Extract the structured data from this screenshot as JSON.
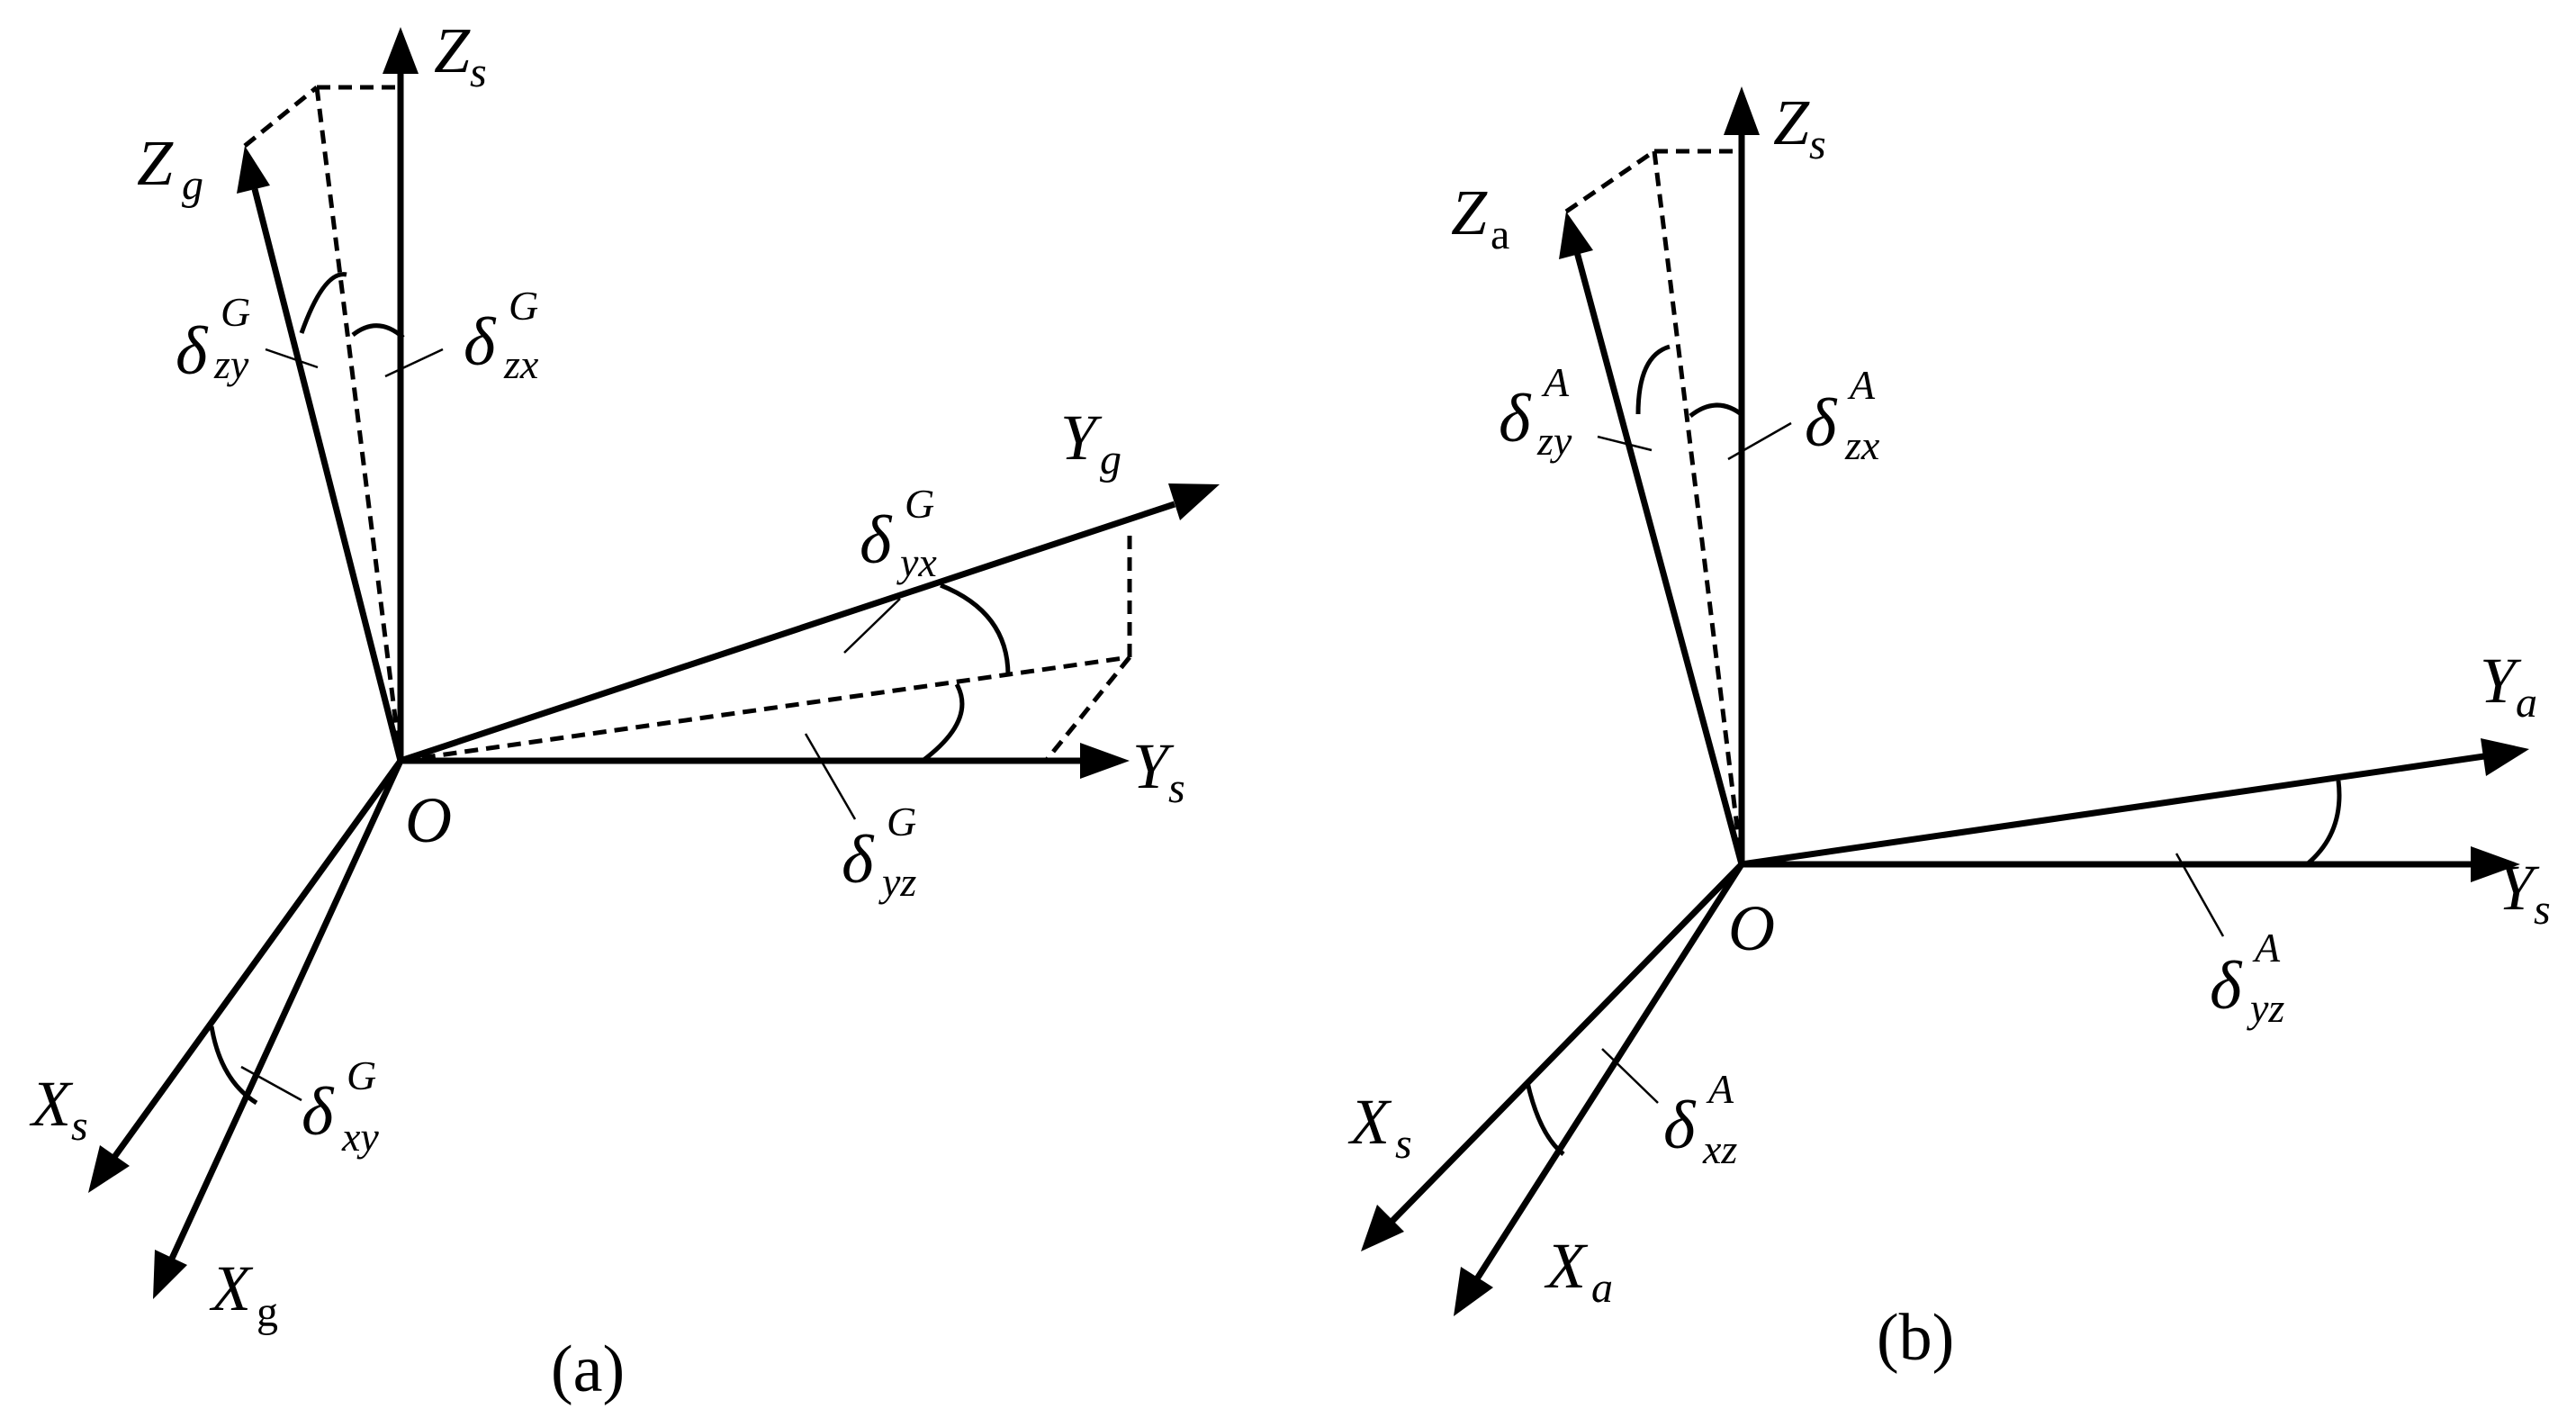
{
  "panel_a": {
    "caption": "(a)",
    "origin": "O",
    "axes": {
      "zs": {
        "main": "Z",
        "sub": "s"
      },
      "zg": {
        "main": "Z",
        "sub": "g"
      },
      "ys": {
        "main": "Y",
        "sub": "s"
      },
      "yg": {
        "main": "Y",
        "sub": "g"
      },
      "xs": {
        "main": "X",
        "sub": "s"
      },
      "xg": {
        "main": "X",
        "sub": "g"
      }
    },
    "angles": {
      "zy": {
        "symbol": "δ",
        "sup": "G",
        "sub": "zy"
      },
      "zx": {
        "symbol": "δ",
        "sup": "G",
        "sub": "zx"
      },
      "yx": {
        "symbol": "δ",
        "sup": "G",
        "sub": "yx"
      },
      "yz": {
        "symbol": "δ",
        "sup": "G",
        "sub": "yz"
      },
      "xy": {
        "symbol": "δ",
        "sup": "G",
        "sub": "xy"
      }
    }
  },
  "panel_b": {
    "caption": "(b)",
    "origin": "O",
    "axes": {
      "zs": {
        "main": "Z",
        "sub": "s"
      },
      "za": {
        "main": "Z",
        "sub": "a"
      },
      "ys": {
        "main": "Y",
        "sub": "s"
      },
      "ya": {
        "main": "Y",
        "sub": "a"
      },
      "xs": {
        "main": "X",
        "sub": "s"
      },
      "xa": {
        "main": "X",
        "sub": "a"
      }
    },
    "angles": {
      "zy": {
        "symbol": "δ",
        "sup": "A",
        "sub": "zy"
      },
      "zx": {
        "symbol": "δ",
        "sup": "A",
        "sub": "zx"
      },
      "yz": {
        "symbol": "δ",
        "sup": "A",
        "sub": "yz"
      },
      "xz": {
        "symbol": "δ",
        "sup": "A",
        "sub": "xz"
      }
    }
  }
}
